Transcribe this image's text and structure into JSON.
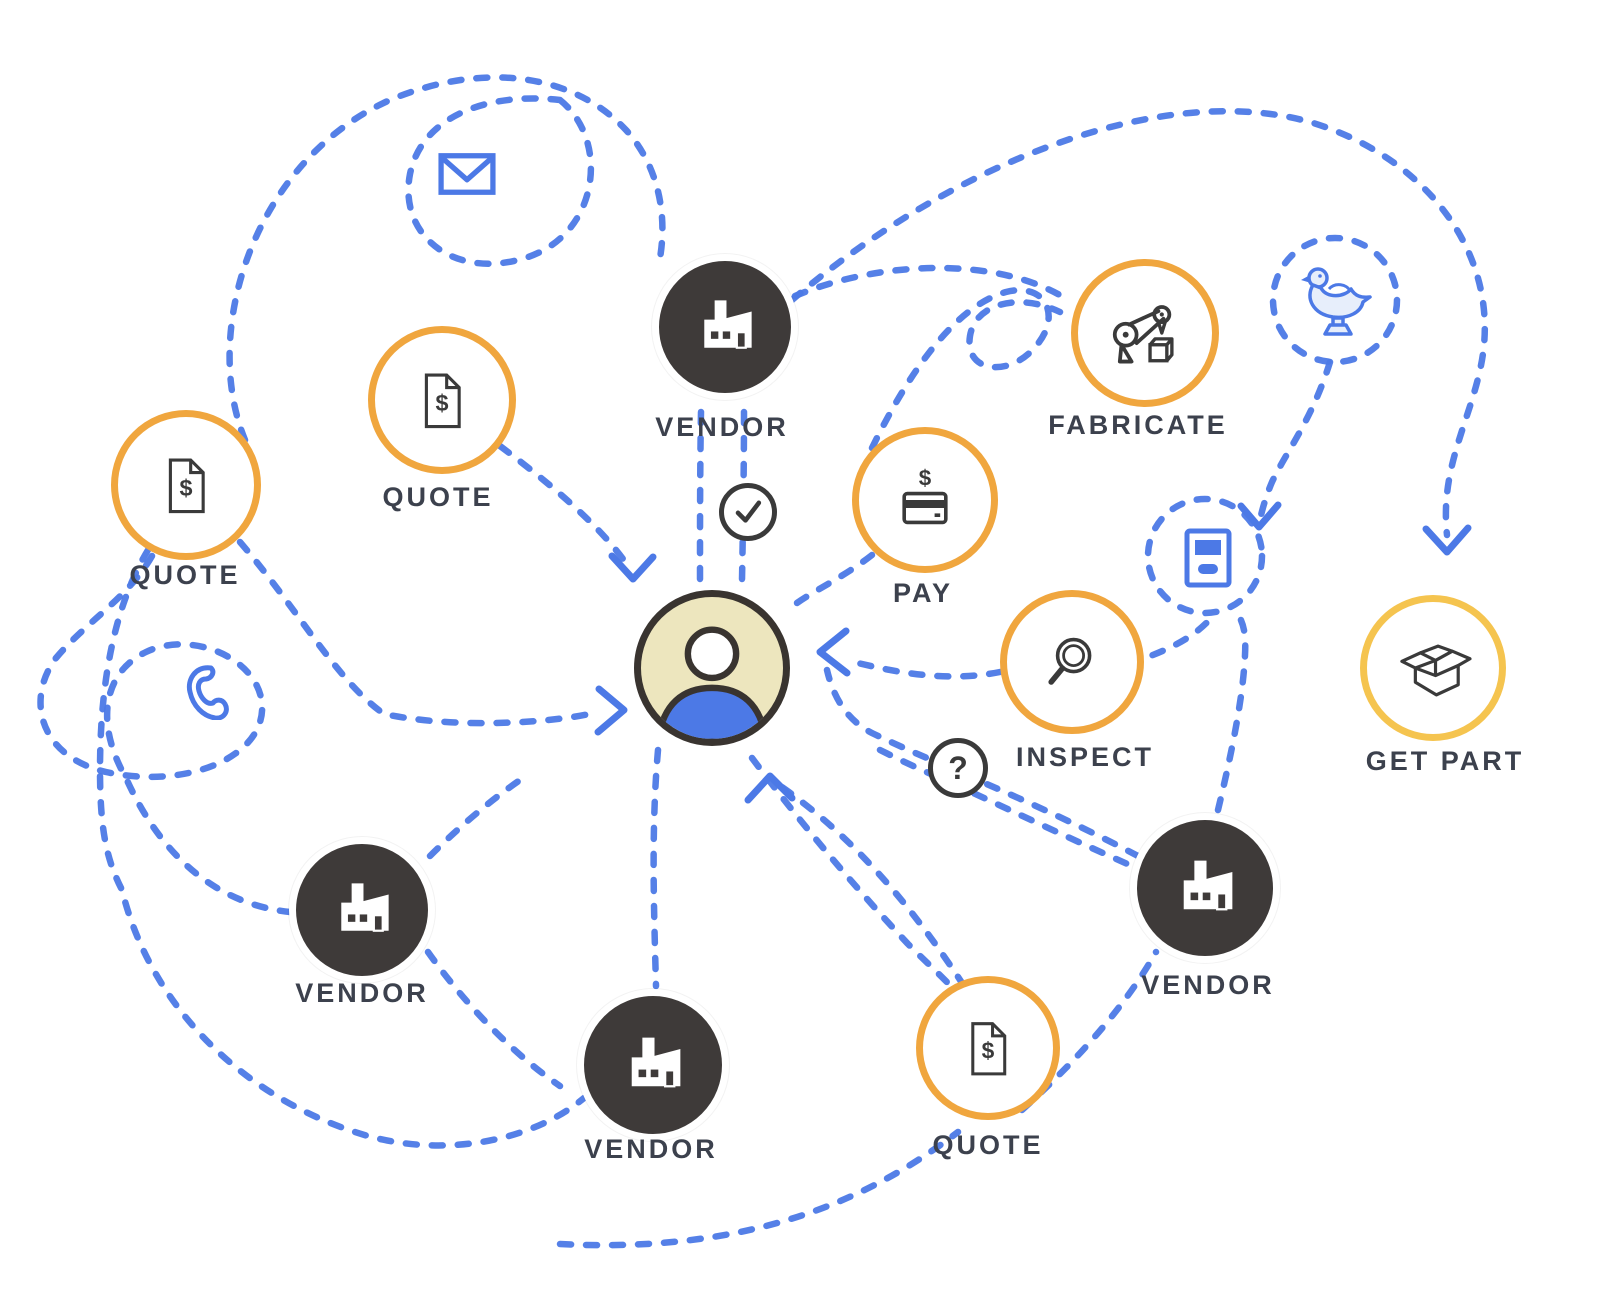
{
  "nodes": {
    "vendor_top": {
      "label": "VENDOR",
      "icon": "factory-icon",
      "style": "dark"
    },
    "fabricate": {
      "label": "FABRICATE",
      "icon": "robot-arm-icon",
      "style": "light"
    },
    "quote_upper_left": {
      "label": "QUOTE",
      "icon": "price-document-icon",
      "style": "light"
    },
    "quote_left": {
      "label": "QUOTE",
      "icon": "price-document-icon",
      "style": "light"
    },
    "pay": {
      "label": "PAY",
      "icon": "credit-card-icon",
      "style": "light"
    },
    "inspect": {
      "label": "INSPECT",
      "icon": "magnifier-icon",
      "style": "light"
    },
    "get_part": {
      "label": "GET PART",
      "icon": "open-box-icon",
      "style": "light"
    },
    "vendor_bottom_left": {
      "label": "VENDOR",
      "icon": "factory-icon",
      "style": "dark"
    },
    "vendor_bottom_center": {
      "label": "VENDOR",
      "icon": "factory-icon",
      "style": "dark"
    },
    "vendor_right": {
      "label": "VENDOR",
      "icon": "factory-icon",
      "style": "dark"
    },
    "quote_bottom": {
      "label": "QUOTE",
      "icon": "price-document-icon",
      "style": "light"
    },
    "person": {
      "label": "",
      "icon": "person-icon",
      "style": "person"
    }
  },
  "badges": {
    "check": {
      "icon": "check-icon"
    },
    "question": {
      "icon": "question-icon",
      "glyph": "?"
    }
  },
  "floating_icons": [
    "envelope-icon",
    "phone-icon",
    "pigeon-icon",
    "fax-icon"
  ],
  "glyphs": {
    "dollar": "$"
  },
  "colors": {
    "wire_blue": "#4C79E6",
    "icon_blue": "#4C79E6",
    "ring_orange": "#F0A63E",
    "ring_yellow": "#F5C44F",
    "node_dark": "#3E3A39",
    "person_fill": "#EDE6BE",
    "person_body": "#4C79E6",
    "label_text": "#3C414D",
    "icon_stroke": "#3A3A3A"
  }
}
